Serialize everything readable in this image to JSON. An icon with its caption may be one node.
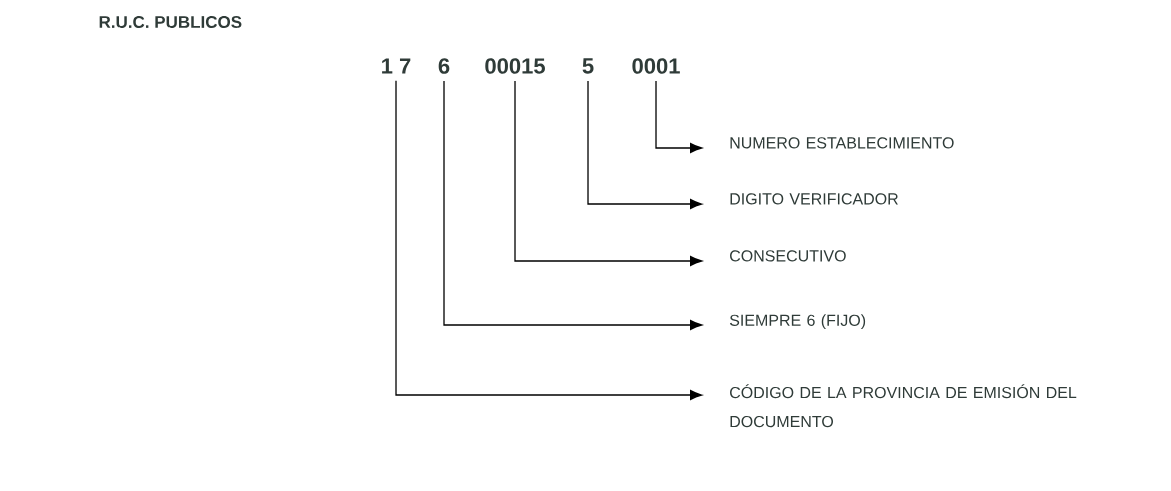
{
  "diagram": {
    "title": "R.U.C. PUBLICOS",
    "nodes": [
      {
        "text": [
          "1 7"
        ]
      },
      {
        "text": [
          "6"
        ]
      },
      {
        "text": [
          "00015"
        ]
      },
      {
        "text": [
          "5"
        ]
      },
      {
        "text": [
          "0001"
        ]
      },
      {
        "text": [
          "NUMERO ESTABLECIMIENTO"
        ]
      },
      {
        "text": [
          "DIGITO VERIFICADOR"
        ]
      },
      {
        "text": [
          "CONSECUTIVO"
        ]
      },
      {
        "text": [
          "SIEMPRE 6 (FIJO)"
        ]
      },
      {
        "text": [
          "CÓDIGO DE LA PROVINCIA DE EMISIÓN DEL DOCUMENTO"
        ]
      }
    ],
    "edges": [
      {
        "from": 4,
        "to": 5,
        "arrow": "to"
      },
      {
        "from": 3,
        "to": 6,
        "arrow": "to"
      },
      {
        "from": 2,
        "to": 7,
        "arrow": "to"
      },
      {
        "from": 1,
        "to": 8,
        "arrow": "to"
      },
      {
        "from": 0,
        "to": 9,
        "arrow": "to"
      }
    ]
  }
}
